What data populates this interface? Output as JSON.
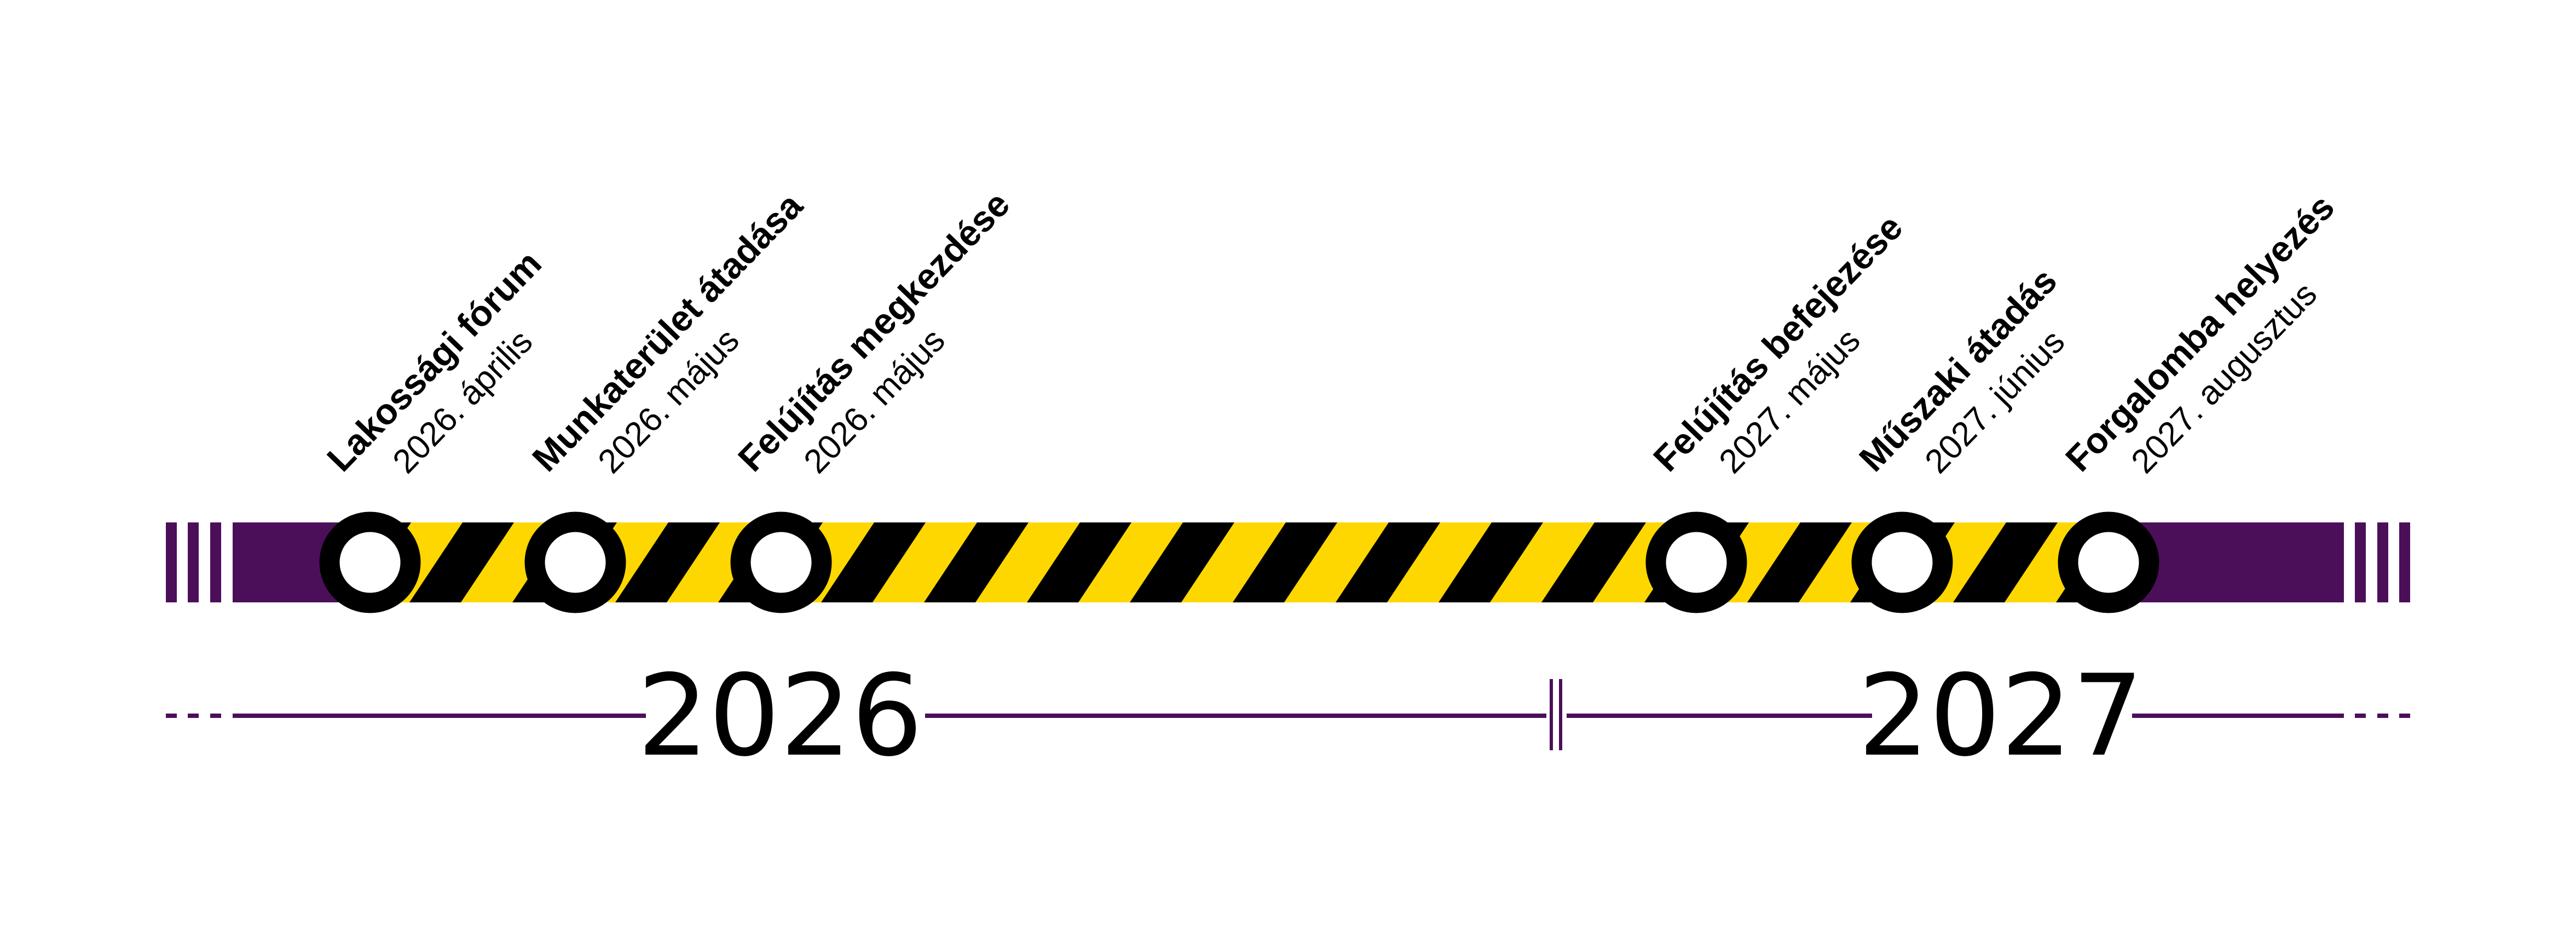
{
  "colors": {
    "purple": "#4b0f5a",
    "yellow": "#ffd700",
    "black": "#000000"
  },
  "milestones": [
    {
      "title": "Lakossági fórum",
      "date": "2026. április"
    },
    {
      "title": "Munkaterület átadása",
      "date": "2026. május"
    },
    {
      "title": "Felújítás megkezdése",
      "date": "2026. május"
    },
    {
      "title": "Felújítás befejezése",
      "date": "2027. május"
    },
    {
      "title": "Műszaki átadás",
      "date": "2027. június"
    },
    {
      "title": "Forgalomba helyezés",
      "date": "2027. augusztus"
    }
  ],
  "years": [
    "2026",
    "2027"
  ]
}
